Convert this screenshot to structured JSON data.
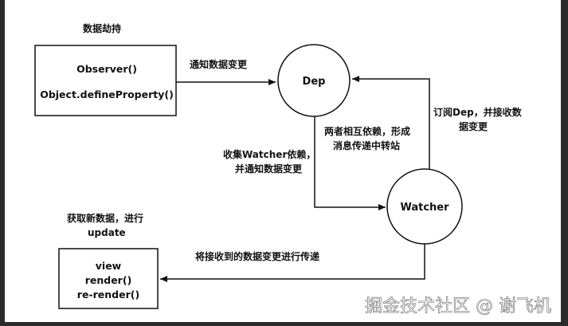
{
  "labels": {
    "hijack": "数据劫持",
    "observer_line1": "Observer()",
    "observer_line2": "Object.defineProperty()",
    "notify_change": "通知数据变更",
    "dep": "Dep",
    "subscribe_line1": "订阅Dep，并接收数",
    "subscribe_line2": "据变更",
    "mutual_line1": "两者相互依赖，形成",
    "mutual_line2": "消息传递中转站",
    "collect_line1": "收集Watcher依赖，",
    "collect_line2": "并通知数据变更",
    "watcher": "Watcher",
    "get_new_line1": "获取新数据，进行",
    "get_new_line2": "update",
    "pass_change": "将接收到的数据变更进行传递",
    "view_line1": "view",
    "view_line2": "render()",
    "view_line3": "re-render()"
  },
  "watermark": "掘金技术社区 @ 谢飞机"
}
